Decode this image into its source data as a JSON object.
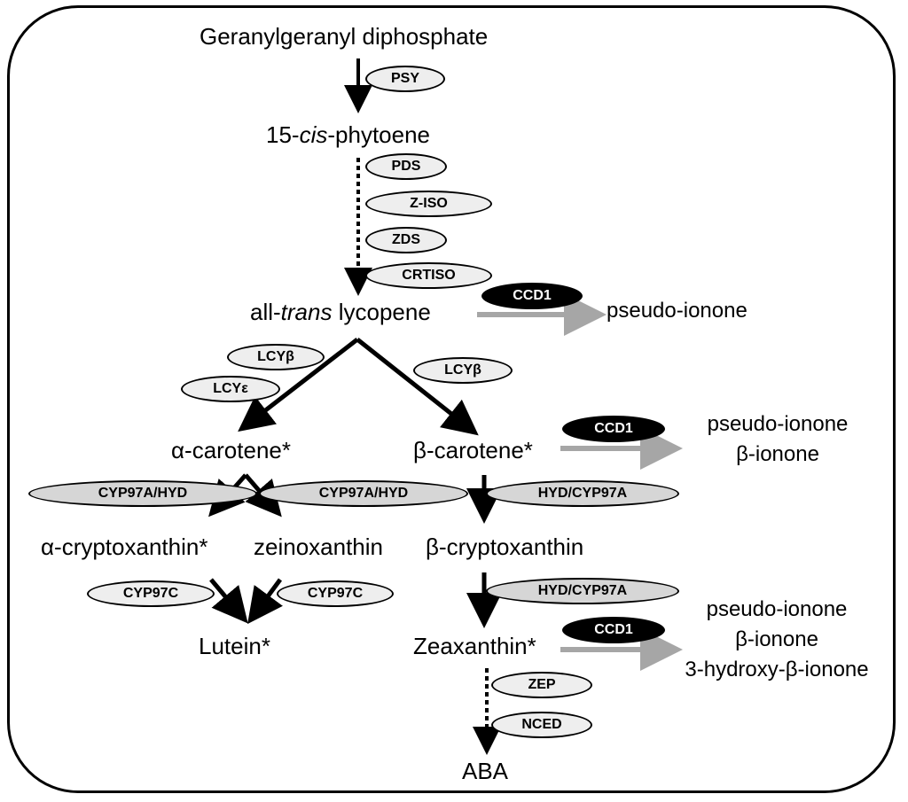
{
  "compounds": {
    "ggpp": "Geranylgeranyl diphosphate",
    "phytoene_pre": "15-",
    "phytoene_it": "cis",
    "phytoene_post": "-phytoene",
    "lycopene_pre": "all-",
    "lycopene_it": "trans",
    "lycopene_post": " lycopene",
    "alpha_carotene": "α-carotene*",
    "beta_carotene": "β-carotene*",
    "alpha_cryptoxanthin": "α-cryptoxanthin*",
    "zeinoxanthin": "zeinoxanthin",
    "beta_cryptoxanthin": "β-cryptoxanthin",
    "lutein": "Lutein*",
    "zeaxanthin": "Zeaxanthin*",
    "aba": "ABA"
  },
  "enzymes": {
    "psy": "PSY",
    "pds": "PDS",
    "ziso": "Z-ISO",
    "zds": "ZDS",
    "crtiso": "CRTISO",
    "ccd1_a": "CCD1",
    "lcyb_left": "LCYβ",
    "lcye": "LCYε",
    "lcyb_right": "LCYβ",
    "ccd1_b": "CCD1",
    "cyp97a_hyd_left": "CYP97A/HYD",
    "cyp97a_hyd_right": "CYP97A/HYD",
    "hyd_cyp97a_1": "HYD/CYP97A",
    "cyp97c_left": "CYP97C",
    "cyp97c_right": "CYP97C",
    "hyd_cyp97a_2": "HYD/CYP97A",
    "ccd1_c": "CCD1",
    "zep": "ZEP",
    "nced": "NCED"
  },
  "products": {
    "lycopene_products": [
      "pseudo-ionone"
    ],
    "beta_carotene_products": [
      "pseudo-ionone",
      "β-ionone"
    ],
    "zeaxanthin_products": [
      "pseudo-ionone",
      "β-ionone",
      "3-hydroxy-β-ionone"
    ]
  }
}
